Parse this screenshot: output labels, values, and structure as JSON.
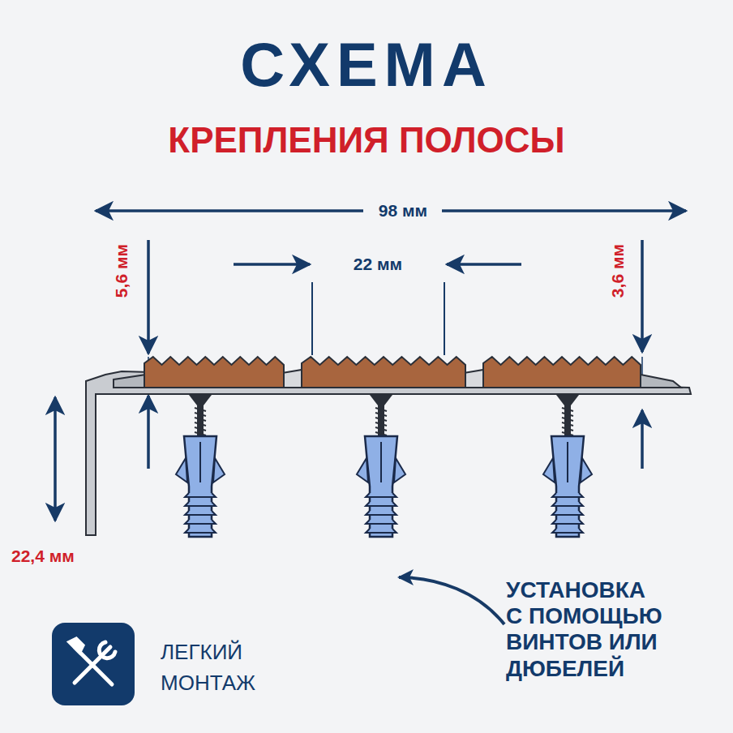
{
  "diagram": {
    "title": "СХЕМА",
    "labels": [
      "КРЕПЛЕНИЯ ПОЛОСЫ",
      "98 мм",
      "22 мм",
      "5,6 мм",
      "3,6 мм",
      "22,4 мм",
      "УСТАНОВКА С ПОМОЩЬЮ ВИНТОВ ИЛИ ДЮБЕЛЕЙ",
      "ЛЕГКИЙ МОНТАЖ"
    ]
  }
}
